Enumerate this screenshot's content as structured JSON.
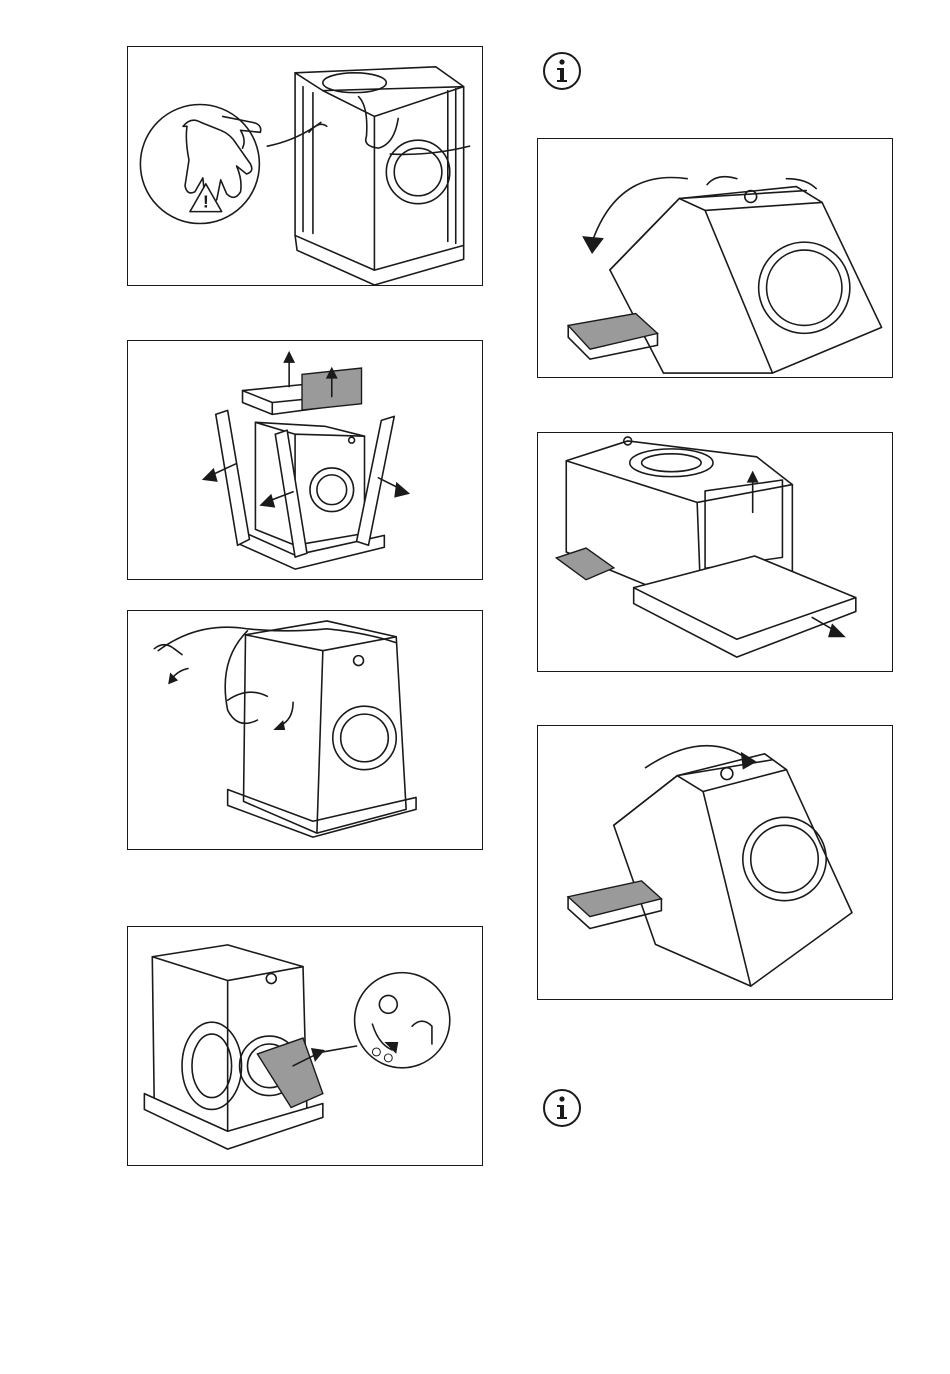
{
  "page": {
    "description_panels": [
      "unpack-gloves-warning",
      "remove-top-and-corner-protectors",
      "remove-plastic-bag",
      "remove-accessories-bag-from-drum",
      "tilt-machine-backwards",
      "remove-polystyrene-base",
      "tilt-machine-upright"
    ],
    "info_icons": [
      "info-icon",
      "info-icon"
    ],
    "colors": {
      "line": "#1a1a1a",
      "fill_gray": "#9a9a9a",
      "background": "#ffffff"
    }
  }
}
